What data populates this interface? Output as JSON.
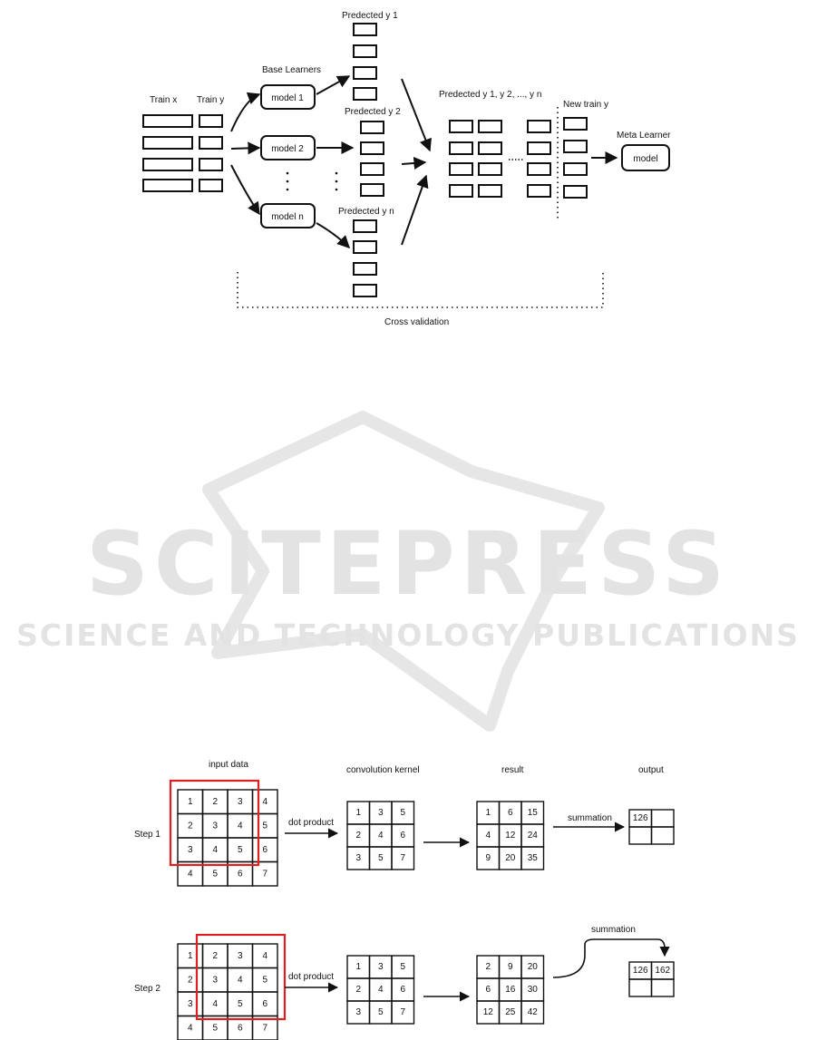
{
  "stacking": {
    "train_x_label": "Train x",
    "train_y_label": "Train y",
    "base_learners_label": "Base Learners",
    "model_1": "model 1",
    "model_2": "model 2",
    "model_n": "model n",
    "predicted_1": "Predected y 1",
    "predicted_2": "Predected y 2",
    "predicted_n": "Predected y n",
    "predicted_all": "Predected y 1, y 2, ..., y n",
    "new_train_y": "New train y",
    "meta_learner_label": "Meta Learner",
    "meta_model": "model",
    "cross_validation": "Cross validation"
  },
  "watermark": {
    "big": "SCITEPRESS",
    "small": "SCIENCE AND TECHNOLOGY PUBLICATIONS"
  },
  "convolution": {
    "headers": {
      "input": "input data",
      "kernel": "convolution kernel",
      "result": "result",
      "output": "output"
    },
    "dot_product": "dot product",
    "summation": "summation",
    "input": [
      [
        1,
        2,
        3,
        4
      ],
      [
        2,
        3,
        4,
        5
      ],
      [
        3,
        4,
        5,
        6
      ],
      [
        4,
        5,
        6,
        7
      ]
    ],
    "kernel": [
      [
        1,
        3,
        5
      ],
      [
        2,
        4,
        6
      ],
      [
        3,
        5,
        7
      ]
    ],
    "steps": [
      {
        "label": "Step 1",
        "result": [
          [
            1,
            6,
            15
          ],
          [
            4,
            12,
            24
          ],
          [
            9,
            20,
            35
          ]
        ],
        "output": [
          [
            "126",
            ""
          ],
          [
            "",
            ""
          ]
        ]
      },
      {
        "label": "Step 2",
        "result": [
          [
            2,
            9,
            20
          ],
          [
            6,
            16,
            30
          ],
          [
            12,
            25,
            42
          ]
        ],
        "output": [
          [
            "126",
            "162"
          ],
          [
            "",
            ""
          ]
        ]
      }
    ]
  }
}
